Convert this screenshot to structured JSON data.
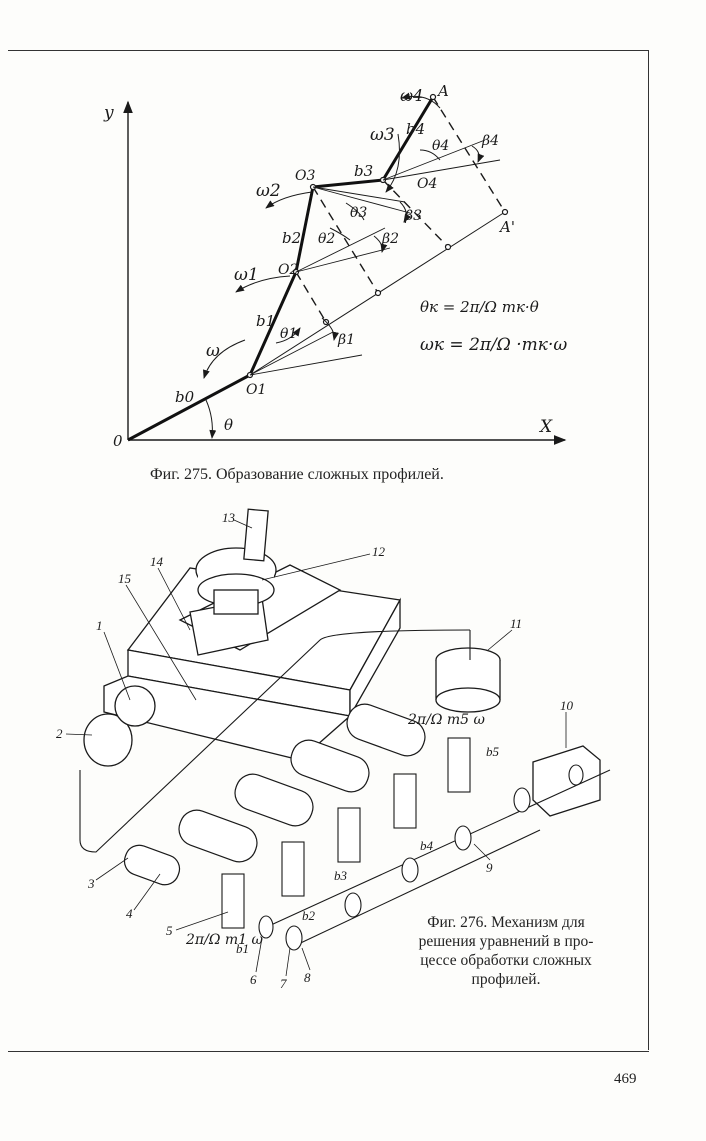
{
  "figure_275": {
    "caption": "Фиг. 275. Образование сложных профилей.",
    "axis_y": "y",
    "axis_x": "X",
    "origin": "0",
    "point_labels": [
      "O1",
      "O2",
      "O3",
      "O4",
      "A",
      "A'"
    ],
    "segment_labels": [
      "b0",
      "b1",
      "b2",
      "b3",
      "b4"
    ],
    "angle_labels": [
      "θ",
      "θ1",
      "θ2",
      "θ3",
      "θ4",
      "β1",
      "β2",
      "β3",
      "β4"
    ],
    "omega_labels": [
      "ω",
      "ω1",
      "ω2",
      "ω3",
      "ω4"
    ],
    "formula_theta": "θк = 2π/Ω mк·θ",
    "formula_omega": "ωк = 2π/Ω ·mк·ω"
  },
  "figure_276": {
    "caption_line1": "Фиг. 276. Механизм для",
    "caption_line2": "решения уравнений в про-",
    "caption_line3": "цессе обработки сложных",
    "caption_line4": "профилей.",
    "part_numbers": [
      "1",
      "2",
      "3",
      "4",
      "5",
      "6",
      "7",
      "8",
      "9",
      "10",
      "11",
      "12",
      "13",
      "14",
      "15"
    ],
    "formula_top": "2π/Ω m5 ω",
    "formula_bottom": "2π/Ω m1 ω",
    "dim_labels": [
      "b1",
      "b2",
      "b3",
      "b4",
      "b5"
    ]
  },
  "page_number": "469"
}
